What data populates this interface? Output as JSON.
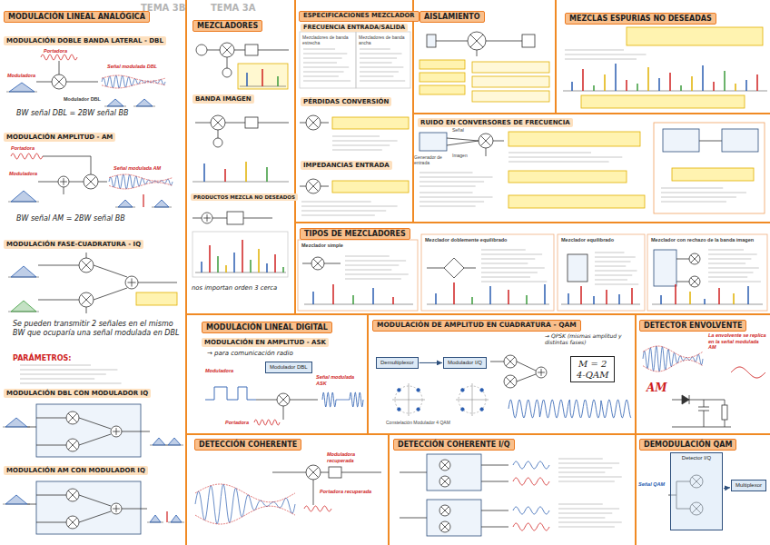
{
  "diagram": {
    "nodes": [
      {
        "text": [
          "MODULACIÓN LINEAL ANALÓGICA"
        ]
      },
      {
        "text": [
          "MODULACIÓN DOBLE BANDA LATERAL - DBL"
        ]
      },
      {
        "text": [
          "MODULACIÓN AMPLITUD - AM"
        ]
      },
      {
        "text": [
          "MODULACIÓN FASE-CUADRATURA - IQ"
        ]
      },
      {
        "text": [
          "MODULACIÓN DBL CON MODULADOR IQ"
        ]
      },
      {
        "text": [
          "MODULACIÓN AM CON MODULADOR IQ"
        ]
      },
      {
        "text": [
          "MEZCLADORES"
        ]
      },
      {
        "text": [
          "BANDA IMAGEN"
        ]
      },
      {
        "text": [
          "PRODUCTOS MEZCLA NO DESEADOS"
        ]
      },
      {
        "text": [
          "ESPECIFICACIONES MEZCLADOR"
        ]
      },
      {
        "text": [
          "FRECUENCIA ENTRADA/SALIDA"
        ]
      },
      {
        "text": [
          "PÉRDIDAS CONVERSIÓN"
        ]
      },
      {
        "text": [
          "IMPEDANCIAS ENTRADA"
        ]
      },
      {
        "text": [
          "AISLAMIENTO"
        ]
      },
      {
        "text": [
          "MEZCLAS ESPURIAS NO DESEADAS"
        ]
      },
      {
        "text": [
          "RUIDO EN CONVERSORES DE FRECUENCIA"
        ]
      },
      {
        "text": [
          "TIPOS DE MEZCLADORES"
        ]
      },
      {
        "text": [
          "MODULACIÓN LINEAL DIGITAL"
        ]
      },
      {
        "text": [
          "MODULACIÓN EN AMPLITUD - ASK"
        ]
      },
      {
        "text": [
          "MODULACIÓN DE AMPLITUD EN CUADRATURA - QAM"
        ]
      },
      {
        "text": [
          "M = 2",
          "4-QAM"
        ]
      },
      {
        "text": [
          "DETECTOR ENVOLVENTE"
        ]
      },
      {
        "text": [
          "DETECCIÓN COHERENTE"
        ]
      },
      {
        "text": [
          "DETECCIÓN COHERENTE I/Q"
        ]
      },
      {
        "text": [
          "DEMODULACIÓN QAM"
        ]
      },
      {
        "text": [
          "Detector I/Q"
        ]
      },
      {
        "text": [
          "Multiplexor"
        ]
      },
      {
        "text": [
          "Demultiplexor"
        ]
      },
      {
        "text": [
          "Modulador I/Q"
        ]
      },
      {
        "text": [
          "Modulador DBL"
        ]
      }
    ],
    "edges": [
      {
        "from": 25,
        "to": 26,
        "arrow": "to"
      },
      {
        "from": 27,
        "to": 28,
        "arrow": "to"
      }
    ],
    "labels": [
      "TEMA 3B",
      "TEMA 3A",
      "Portadora",
      "Moduladora",
      "Modulador DBL",
      "Señal modulada DBL",
      "BW señal DBL = 2BW señal BB",
      "Portadora",
      "Moduladora",
      "Señal modulada AM",
      "BW señal AM = 2BW señal BB",
      "Se pueden transmitir 2 señales en el mismo BW que ocuparía una señal modulada en DBL",
      "PARÁMETROS:",
      "nos importan orden 3 cerca",
      "Mezcladores de banda estrecha",
      "Mezcladores de banda ancha",
      "Generador de entrada",
      "Señal",
      "Imagen",
      "Mezclador simple",
      "Mezclador doblemente equilibrado",
      "Mezclador equilibrado",
      "Mezclador con rechazo de la banda imagen",
      "→ para comunicación radio",
      "Moduladora",
      "Portadora",
      "Señal modulada ASK",
      "→ QPSK (mismas amplitud y distintas fases)",
      "Señal QAM",
      "AM",
      "La envolvente se replica en la señal modulada AM",
      "Portadora recuperada",
      "Moduladora recuperada",
      "Constelación Modulador 4 QAM"
    ]
  }
}
